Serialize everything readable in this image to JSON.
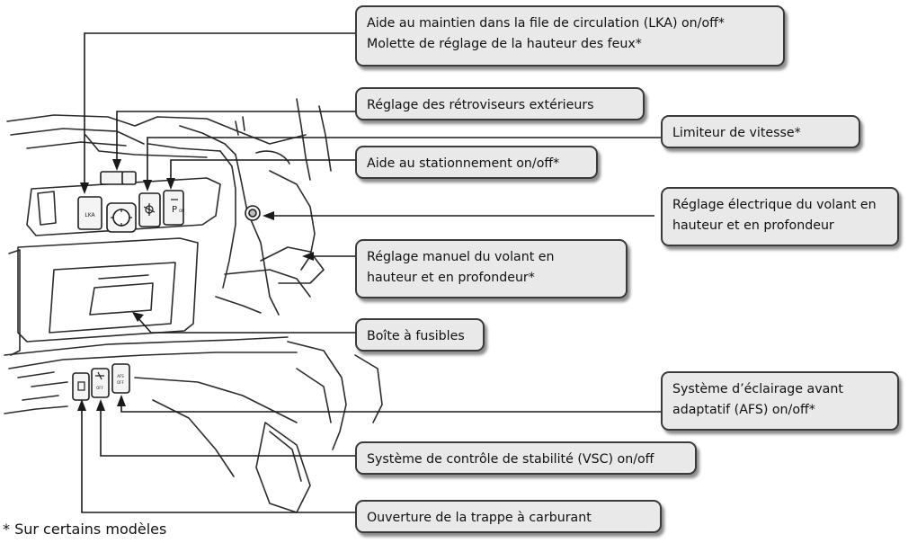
{
  "callouts": {
    "lka": [
      "Aide au maintien dans la file de circulation (LKA) on/off*",
      "Molette de réglage de la hauteur des feux*"
    ],
    "mirrors": [
      "Réglage des rétroviseurs extérieurs"
    ],
    "speed_limiter": [
      "Limiteur de vitesse*"
    ],
    "parking": [
      "Aide au stationnement on/off*"
    ],
    "electric_steering": [
      "Réglage électrique du volant en",
      "hauteur et en profondeur"
    ],
    "manual_steering": [
      "Réglage manuel du volant en",
      "hauteur et en profondeur*"
    ],
    "fuse_box": [
      "Boîte à fusibles"
    ],
    "afs": [
      "Système d’éclairage avant",
      "adaptatif (AFS) on/off*"
    ],
    "vsc": [
      "Système de contrôle de stabilité (VSC) on/off"
    ],
    "fuel_door": [
      "Ouverture de la trappe à carburant"
    ]
  },
  "button_labels": {
    "lka": "LKA",
    "park": "P",
    "park_small": "ON",
    "vsc": "OFF",
    "afs_top": "AFS",
    "afs_bottom": "OFF"
  },
  "footnote": "* Sur certains modèles"
}
